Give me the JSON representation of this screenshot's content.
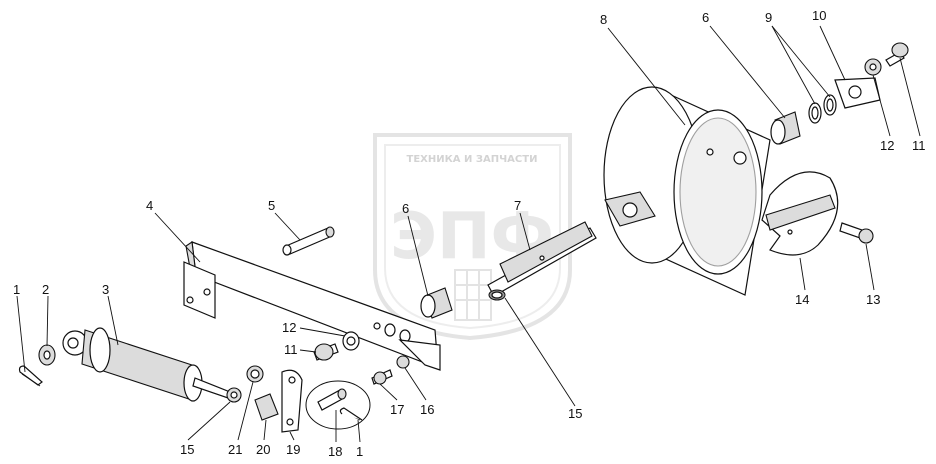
{
  "watermark": {
    "top_text": "ТЕХНИКА И ЗАПЧАСТИ",
    "letters": "ЭПФ"
  },
  "callouts": [
    {
      "id": "c1a",
      "text": "1"
    },
    {
      "id": "c2",
      "text": "2"
    },
    {
      "id": "c3",
      "text": "3"
    },
    {
      "id": "c4",
      "text": "4"
    },
    {
      "id": "c5",
      "text": "5"
    },
    {
      "id": "c6a",
      "text": "6"
    },
    {
      "id": "c7",
      "text": "7"
    },
    {
      "id": "c8",
      "text": "8"
    },
    {
      "id": "c6b",
      "text": "6"
    },
    {
      "id": "c9",
      "text": "9"
    },
    {
      "id": "c10",
      "text": "10"
    },
    {
      "id": "c11a",
      "text": "11"
    },
    {
      "id": "c12a",
      "text": "12"
    },
    {
      "id": "c12b",
      "text": "12"
    },
    {
      "id": "c11b",
      "text": "11"
    },
    {
      "id": "c13",
      "text": "13"
    },
    {
      "id": "c14",
      "text": "14"
    },
    {
      "id": "c15a",
      "text": "15"
    },
    {
      "id": "c16",
      "text": "16"
    },
    {
      "id": "c17",
      "text": "17"
    },
    {
      "id": "c15b",
      "text": "15"
    },
    {
      "id": "c21",
      "text": "21"
    },
    {
      "id": "c20",
      "text": "20"
    },
    {
      "id": "c19",
      "text": "19"
    },
    {
      "id": "c18",
      "text": "18"
    },
    {
      "id": "c1b",
      "text": "1"
    }
  ]
}
